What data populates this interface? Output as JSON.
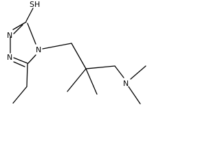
{
  "molecule": {
    "atoms": {
      "thiol": "SH",
      "ring_n_left_top": "N",
      "ring_n_left_bottom": "N",
      "ring_n_substituted": "N",
      "amine_n": "N"
    }
  }
}
